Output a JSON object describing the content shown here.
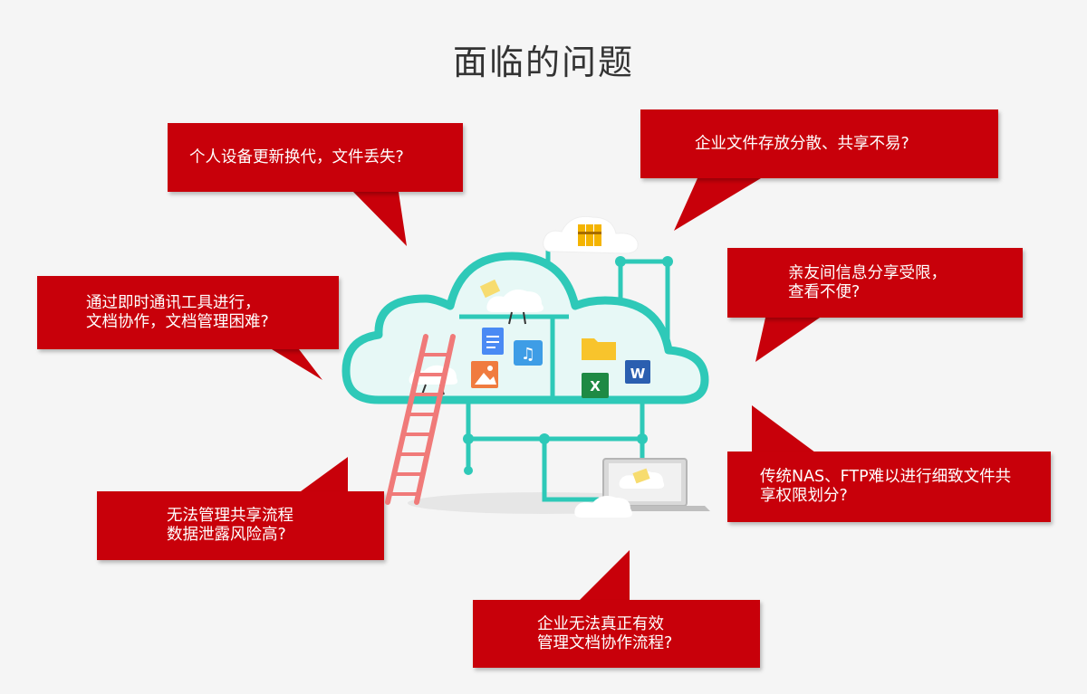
{
  "page": {
    "title": "面临的问题"
  },
  "colors": {
    "bubble": "#c8000a",
    "cloud_stroke": "#2ec9b8",
    "cloud_fill": "#e7f8f6",
    "ladder": "#f07a79",
    "background": "#f5f5f5"
  },
  "bubbles": {
    "b1": {
      "lines": [
        "个人设备更新换代，文件丢失?"
      ]
    },
    "b2": {
      "lines": [
        "企业文件存放分散、共享不易?"
      ]
    },
    "b3": {
      "lines": [
        "亲友间信息分享受限，",
        "查看不便?"
      ]
    },
    "b4": {
      "lines": [
        "通过即时通讯工具进行，",
        "文档协作，文档管理困难?"
      ]
    },
    "b5": {
      "lines": [
        "传统NAS、FTP难以进行细致文件共",
        "享权限划分?"
      ]
    },
    "b6": {
      "lines": [
        "无法管理共享流程",
        "数据泄露风险高?"
      ]
    },
    "b7": {
      "lines": [
        "企业无法真正有效",
        "管理文档协作流程?"
      ]
    }
  },
  "icons": [
    "document-icon",
    "music-icon",
    "image-icon",
    "folder-icon",
    "word-icon",
    "excel-icon",
    "laptop-icon",
    "binder-icon"
  ],
  "icon_glyphs": {
    "music": "♫",
    "word": "W",
    "excel": "X"
  }
}
